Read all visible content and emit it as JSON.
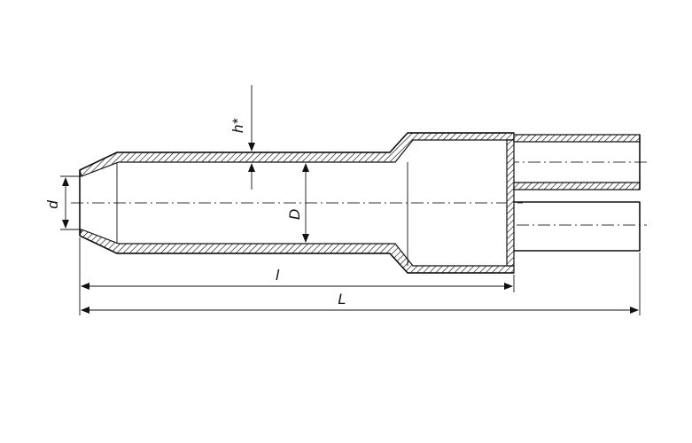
{
  "labels": {
    "d": "d",
    "D": "D",
    "h": "h*",
    "l": "l",
    "L": "L"
  }
}
